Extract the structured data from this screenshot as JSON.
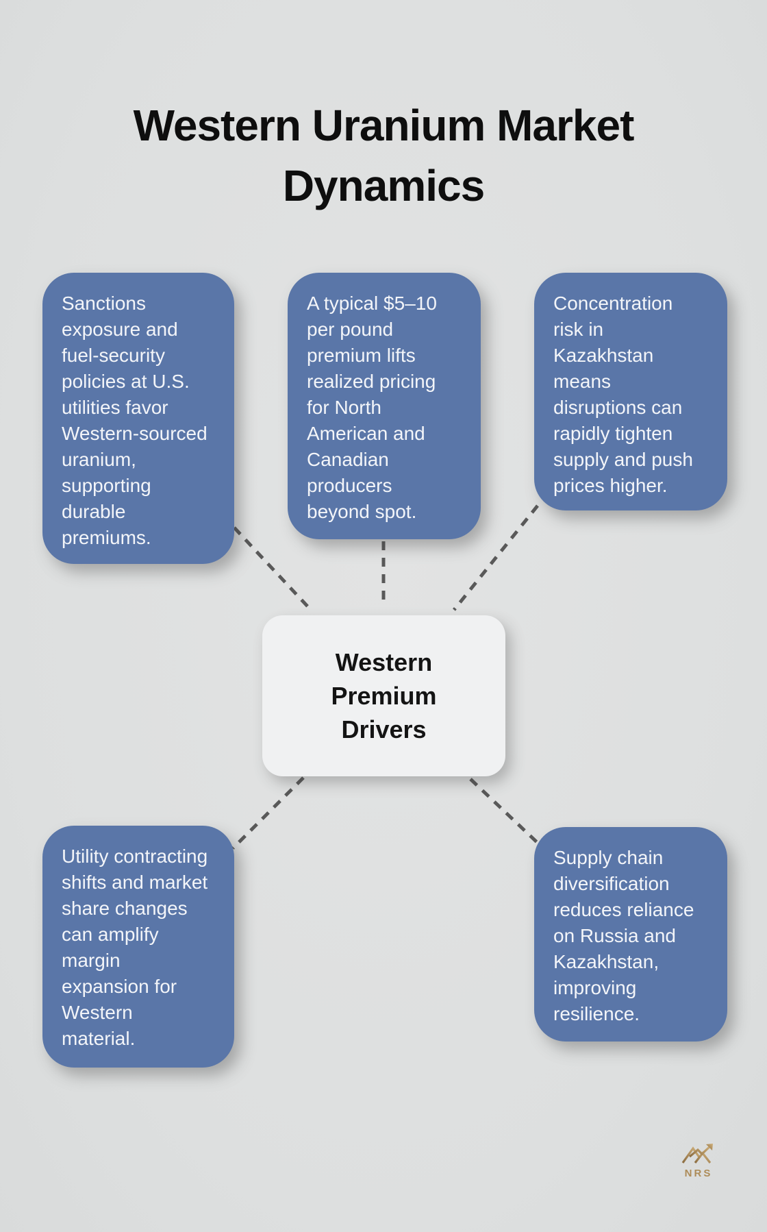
{
  "title": "Western Uranium Market\nDynamics",
  "center_node": {
    "label": "Western\nPremium\nDrivers"
  },
  "cards": [
    {
      "id": "sanctions",
      "text": "Sanctions\nexposure and\nfuel-security\npolicies at U.S.\nutilities favor\nWestern-sourced\nuranium,\nsupporting\ndurable\npremiums."
    },
    {
      "id": "premium",
      "text": "A typical $5–10\nper pound\npremium lifts\nrealized pricing\nfor North\nAmerican and\nCanadian\nproducers\nbeyond spot."
    },
    {
      "id": "concentration",
      "text": "Concentration\nrisk in\nKazakhstan\nmeans\ndisruptions can\nrapidly tighten\nsupply and push\nprices higher."
    },
    {
      "id": "contracting",
      "text": "Utility contracting\nshifts and market\nshare changes\ncan amplify\nmargin\nexpansion for\nWestern\nmaterial."
    },
    {
      "id": "supplychain",
      "text": "Supply chain\ndiversification\nreduces reliance\non Russia and\nKazakhstan,\nimproving\nresilience."
    }
  ],
  "logo": {
    "text": "NRS",
    "icon": "mountain-arrow-icon",
    "color": "#ad8c59"
  },
  "colors": {
    "background": "#dfe0e0",
    "card_blue": "#5a76a8",
    "card_text": "#f3f5f9",
    "center_box": "#f0f1f2",
    "center_text": "#141414",
    "title_text": "#0e0e0e",
    "connector_gray": "#595959",
    "logo_gold": "#ad8c59"
  }
}
